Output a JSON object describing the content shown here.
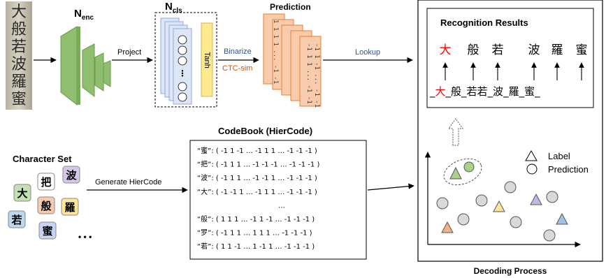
{
  "pipeline": {
    "input_image_chars": [
      "大",
      "般",
      "若",
      "波",
      "羅",
      "蜜"
    ],
    "encoder_label": "N",
    "encoder_sub": "enc",
    "classifier_label": "N",
    "classifier_sub": "cls",
    "tanh_label": "Tanh",
    "project_label": "Project",
    "binarize_label": "Binarize",
    "ctc_label": "CTC-sim",
    "prediction_label": "Prediction",
    "lookup_label": "Lookup",
    "pred_front_col1": "-1 1 1 ... -1 -1",
    "pred_front_col2": "-1 1 -1 ... -1 -1",
    "pred_back_col": "1 1 1 1 ... -1 -1"
  },
  "recognition": {
    "title": "Recognition Results",
    "results": [
      "大",
      "般",
      "若",
      "波",
      "羅",
      "蜜"
    ],
    "ctc_sequence": [
      {
        "t": "_",
        "red": false
      },
      {
        "t": "大",
        "red": true
      },
      {
        "t": "_",
        "red": false
      },
      {
        "t": "般",
        "red": false
      },
      {
        "t": "_",
        "red": false
      },
      {
        "t": "若若",
        "red": false
      },
      {
        "t": "_",
        "red": false
      },
      {
        "t": "波",
        "red": false
      },
      {
        "t": "_",
        "red": false
      },
      {
        "t": "羅",
        "red": false
      },
      {
        "t": "_",
        "red": false
      },
      {
        "t": "蜜",
        "red": false
      },
      {
        "t": "_",
        "red": false
      }
    ]
  },
  "charset": {
    "title": "Character Set",
    "tiles": [
      {
        "char": "大",
        "color": "#c4e0b2"
      },
      {
        "char": "把",
        "color": "#ffffff"
      },
      {
        "char": "波",
        "color": "#d5c7ea"
      },
      {
        "char": "般",
        "color": "#f8cbad"
      },
      {
        "char": "羅",
        "color": "#ffe699"
      },
      {
        "char": "若",
        "color": "#bdd7ee"
      },
      {
        "char": "蜜",
        "color": "#c9d3f5"
      }
    ],
    "more": "• • •",
    "generate_label": "Generate  HierCode"
  },
  "codebook": {
    "title": "CodeBook (HierCode)",
    "rows": [
      "“蜜”: ( -1  1 -1  …  -1  1  1  …  -1  -1  -1 )",
      "“把”: ( -1  1  1  …  -1 -1 -1  …  -1  -1  -1 )",
      "“波”: ( -1  1  1  …  -1 -1  1  …  -1  -1  -1 )",
      "“大”: ( -1 -1  1  …  -1  1  1  …  -1  -1  -1 )",
      "…",
      "“般”: (  1  1  1  …  -1  1 -1  …  -1  -1  -1 )",
      "“罗”: ( -1  1  1  …   1  1  1  …  -1  -1  -1 )",
      "“若”: (  1  1 -1  …   1 -1  1  …  -1  -1  -1 )"
    ]
  },
  "decoding": {
    "caption": "Decoding Process",
    "legend_label": "Label",
    "legend_prediction": "Prediction",
    "colors": {
      "green": "#a9d18e",
      "gray": "#d9d9d9",
      "yellow": "#ffe699",
      "purple": "#c9b3e6",
      "orange": "#f4b183",
      "blue": "#9dc3e6",
      "red": "#ff0000"
    }
  }
}
